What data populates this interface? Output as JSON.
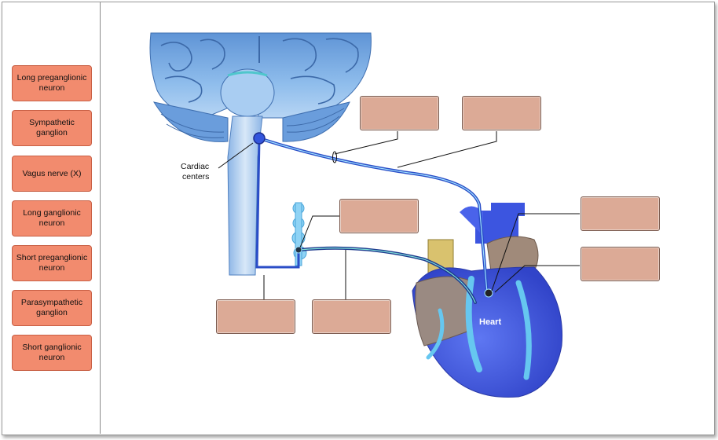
{
  "word_bank": [
    {
      "label": "Long preganglionic neuron"
    },
    {
      "label": "Sympathetic ganglion"
    },
    {
      "label": "Vagus nerve (X)"
    },
    {
      "label": "Long ganglionic neuron"
    },
    {
      "label": "Short preganglionic neuron"
    },
    {
      "label": "Parasympathetic ganglion"
    },
    {
      "label": "Short ganglionic neuron"
    }
  ],
  "diagram": {
    "label_cardiac_line1": "Cardiac",
    "label_cardiac_line2": "centers",
    "label_heart": "Heart"
  },
  "colors": {
    "bank_fill": "#f28b6e",
    "drop_fill": "#dcaa96",
    "brain_blue": "#7fb0e6",
    "heart_blue": "#4a5fe0"
  }
}
